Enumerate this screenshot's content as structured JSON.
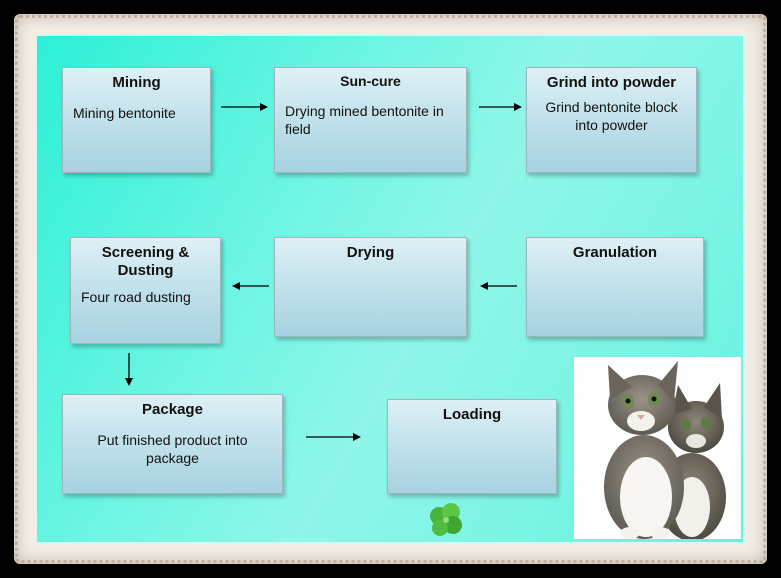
{
  "steps": {
    "mining": {
      "title": "Mining",
      "desc": "Mining bentonite"
    },
    "suncure": {
      "title": "Sun-cure",
      "desc": "Drying mined bentonite in field"
    },
    "grind": {
      "title": "Grind into powder",
      "desc": "Grind bentonite block into powder"
    },
    "screening": {
      "title": "Screening & Dusting",
      "desc": "Four road dusting"
    },
    "drying": {
      "title": "Drying",
      "desc": ""
    },
    "granulation": {
      "title": "Granulation",
      "desc": ""
    },
    "package": {
      "title": "Package",
      "desc": "Put finished product into package"
    },
    "loading": {
      "title": "Loading",
      "desc": ""
    }
  },
  "colors": {
    "background": "#55f0dc",
    "box_top": "#dff0f6",
    "box_bottom": "#a7d2e0",
    "arrow": "#000000"
  },
  "decor": {
    "photo": "two-kittens-image",
    "clover": "four-leaf-clover-icon"
  }
}
